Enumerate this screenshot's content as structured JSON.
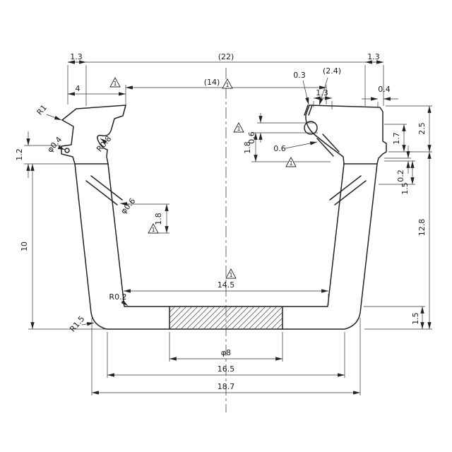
{
  "colors": {
    "background": "#ffffff",
    "line": "#222222"
  },
  "labels": {
    "top_left_gap": "1.3",
    "overall_width": "(22)",
    "top_right_gap": "1.3",
    "flange_width": "4",
    "opening_width": "(14)",
    "tip_gap": "0.3",
    "right_flange_ref": "(2.4)",
    "right_hook": "1.3",
    "right_lip": "0.4",
    "left_lip_height": "1.2",
    "wall_height": "10",
    "radius_r1": "R1",
    "hole_phi04": "φ0.4",
    "radius_r08": "R0.8",
    "slot_phi06": "φ0.6",
    "slot_length": "1.8",
    "step_06": "0.6",
    "depth_18": "1.8",
    "channel_06": "0.6",
    "rim_height": "2.5",
    "lip_height": "1.7",
    "step_02": "0.2",
    "step_15": "1.5",
    "total_height": "12.8",
    "base_height": "1.5",
    "inner_width": "14.5",
    "radius_r02": "R0.2",
    "radius_r15": "R1.5",
    "hole_phi8": "φ8",
    "base_width": "16.5",
    "overall_base": "18.7",
    "surface_mark": "1"
  }
}
